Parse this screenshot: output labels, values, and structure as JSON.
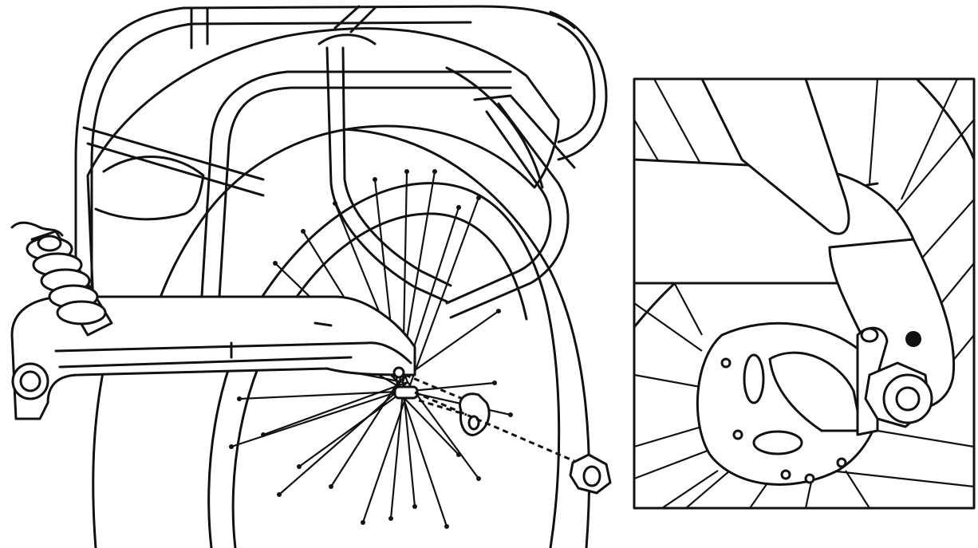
{
  "figure": {
    "main_view": "rear-wheel-assembly",
    "detail_view": "axle-close-up",
    "parts": [
      "rack",
      "fender",
      "shock-absorber",
      "swing-arm",
      "wheel",
      "spokes",
      "axle",
      "washer",
      "axle-nut",
      "brake-disc"
    ]
  }
}
